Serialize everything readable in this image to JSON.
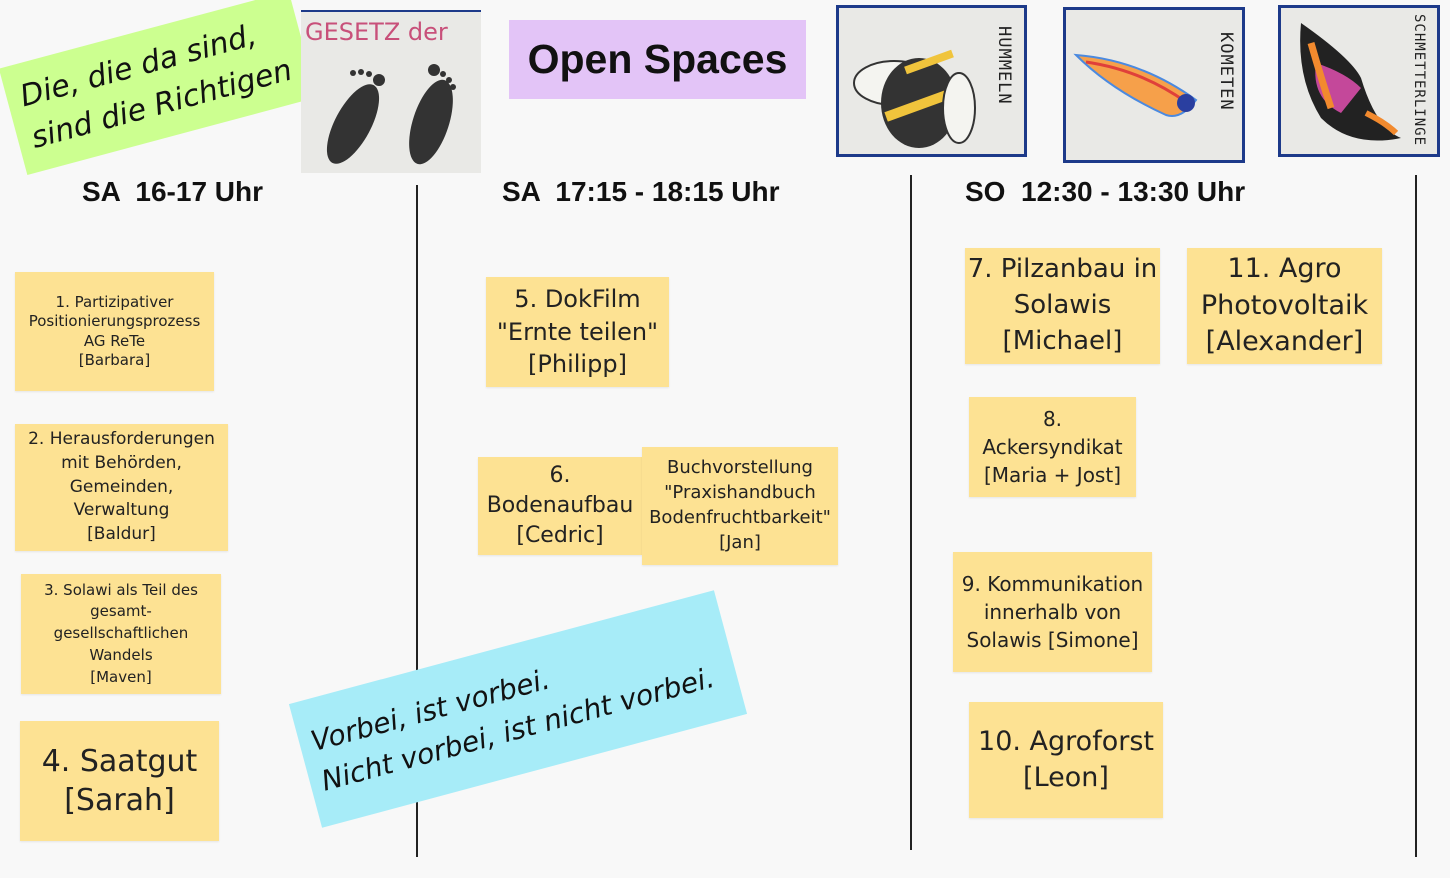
{
  "sticker_green": {
    "line1": "Die, die da sind,",
    "line2": "sind die Richtigen"
  },
  "photo_gesetz": {
    "caption": "GESETZ der"
  },
  "title": "Open Spaces",
  "photos": [
    {
      "caption": "HUMMELN",
      "icon": "bumblebee-drawing"
    },
    {
      "caption": "KOMETEN",
      "icon": "comet-drawing"
    },
    {
      "caption": "SCHMETTERLINGE",
      "icon": "butterfly-drawing"
    }
  ],
  "columns": [
    {
      "header": "SA  16-17 Uhr"
    },
    {
      "header": "SA  17:15 - 18:15 Uhr"
    },
    {
      "header": "SO  12:30 - 13:30 Uhr"
    }
  ],
  "notes": {
    "n1": "1. Partizipativer\nPositionierungsprozess\nAG ReTe\n[Barbara]",
    "n2": "2. Herausforderungen\nmit Behörden,\nGemeinden,\nVerwaltung\n[Baldur]",
    "n3": "3. Solawi als Teil des\ngesamt-\ngesellschaftlichen\nWandels\n[Maven]",
    "n4": "4. Saatgut\n[Sarah]",
    "n5": "5. DokFilm\n\"Ernte teilen\"\n[Philipp]",
    "n6": "6.\nBodenaufbau\n[Cedric]",
    "nb": "Buchvorstellung\n\"Praxishandbuch\nBodenfruchtbarkeit\"\n[Jan]",
    "n7": "7. Pilzanbau in\nSolawis\n[Michael]",
    "n8": "8.\nAckersyndikat\n[Maria + Jost]",
    "n9": "9. Kommunikation\ninnerhalb von\nSolawis [Simone]",
    "n10": "10. Agroforst\n[Leon]",
    "n11": "11. Agro\nPhotovoltaik\n[Alexander]"
  },
  "sticker_blue": {
    "line1": "Vorbei, ist vorbei.",
    "line2": "Nicht vorbei, ist nicht vorbei."
  },
  "colors": {
    "yellow": "#fde293",
    "green": "#ccff90",
    "blue": "#a7ecf8",
    "purple": "#e3c4f7"
  }
}
